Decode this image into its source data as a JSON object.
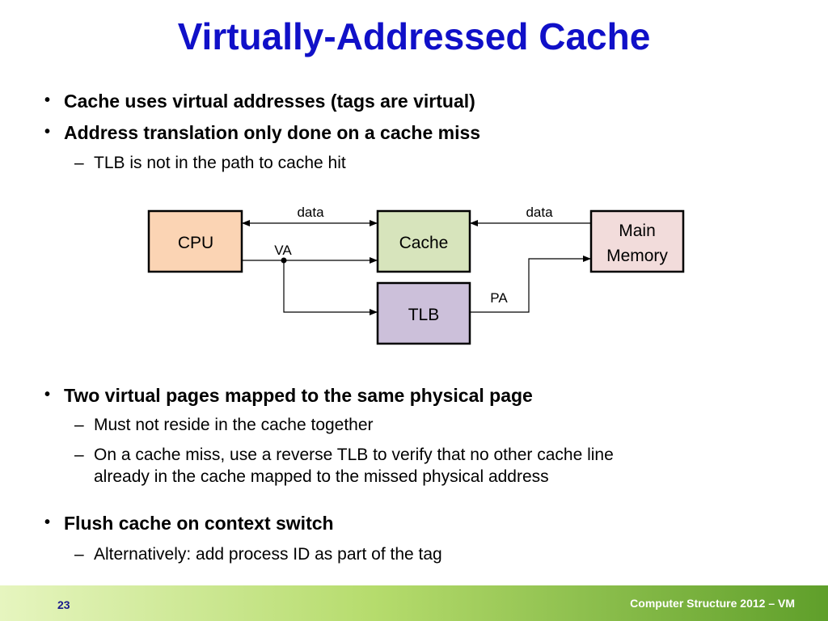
{
  "slide": {
    "title": "Virtually-Addressed Cache",
    "bullets": [
      {
        "text": "Cache uses virtual addresses (tags are virtual)",
        "subs": []
      },
      {
        "text": "Address translation only done on a cache miss",
        "subs": [
          "TLB is not in the path to cache hit"
        ]
      },
      {
        "text": "Two virtual pages mapped to the same physical page",
        "subs": [
          "Must not reside in the cache together",
          "On a cache miss, use a reverse TLB to verify that no other cache line",
          "already in the cache mapped to the missed physical address"
        ]
      },
      {
        "text": "Flush cache on context switch",
        "subs": [
          "Alternatively: add process ID as part of the tag"
        ]
      }
    ],
    "bullet_symbol": "•",
    "sub_symbol": "–"
  },
  "diagram": {
    "cpu": "CPU",
    "cache": "Cache",
    "tlb": "TLB",
    "memory_line1": "Main",
    "memory_line2": "Memory",
    "label_data_left": "data",
    "label_data_right": "data",
    "label_va": "VA",
    "label_pa": "PA",
    "colors": {
      "cpu_fill": "#fbd4b4",
      "cache_fill": "#d7e4bc",
      "tlb_fill": "#ccc0da",
      "memory_fill": "#f2dcdb",
      "title": "#1010c8"
    }
  },
  "footer": {
    "page_number": "23",
    "text": "Computer Structure 2012 – VM"
  }
}
